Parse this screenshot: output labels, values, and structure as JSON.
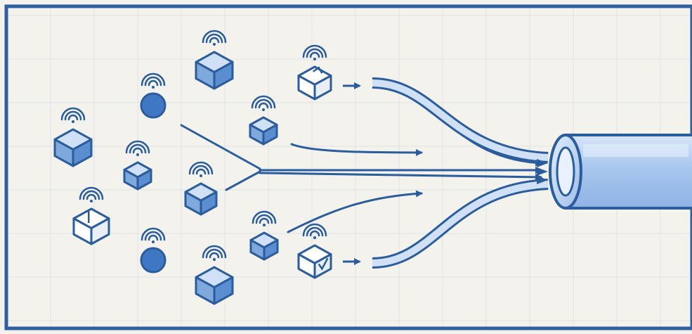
{
  "colors": {
    "background": "#f3f2ed",
    "grid": "#dfe1e6",
    "frame": "#2f5f9e",
    "line": "#2b5c9c",
    "device_fill": "#7fa8dc",
    "device_dark": "#3e6fb6",
    "device_light": "#ffffff",
    "sensor_dot": "#3f77c4",
    "pipe_fill": "#a9c6ee",
    "pipe_highlight": "#d7e6fa"
  },
  "devices": [
    {
      "id": "device-1",
      "kind": "blue-cube-icon"
    },
    {
      "id": "device-2",
      "kind": "blue-cube-icon"
    },
    {
      "id": "device-3",
      "kind": "open-box-icon"
    },
    {
      "id": "device-4",
      "kind": "blue-cube-icon"
    },
    {
      "id": "device-5",
      "kind": "sensor-dot-icon"
    },
    {
      "id": "device-6",
      "kind": "blue-cube-icon"
    },
    {
      "id": "device-7",
      "kind": "white-box-icon"
    },
    {
      "id": "device-8",
      "kind": "blue-cube-icon"
    },
    {
      "id": "device-9",
      "kind": "sensor-dot-icon"
    },
    {
      "id": "device-10",
      "kind": "blue-cube-icon"
    },
    {
      "id": "device-11",
      "kind": "checked-box-icon"
    },
    {
      "id": "device-12",
      "kind": "blue-cube-icon"
    }
  ],
  "pipe": {
    "kind": "cable-conduit-icon"
  }
}
